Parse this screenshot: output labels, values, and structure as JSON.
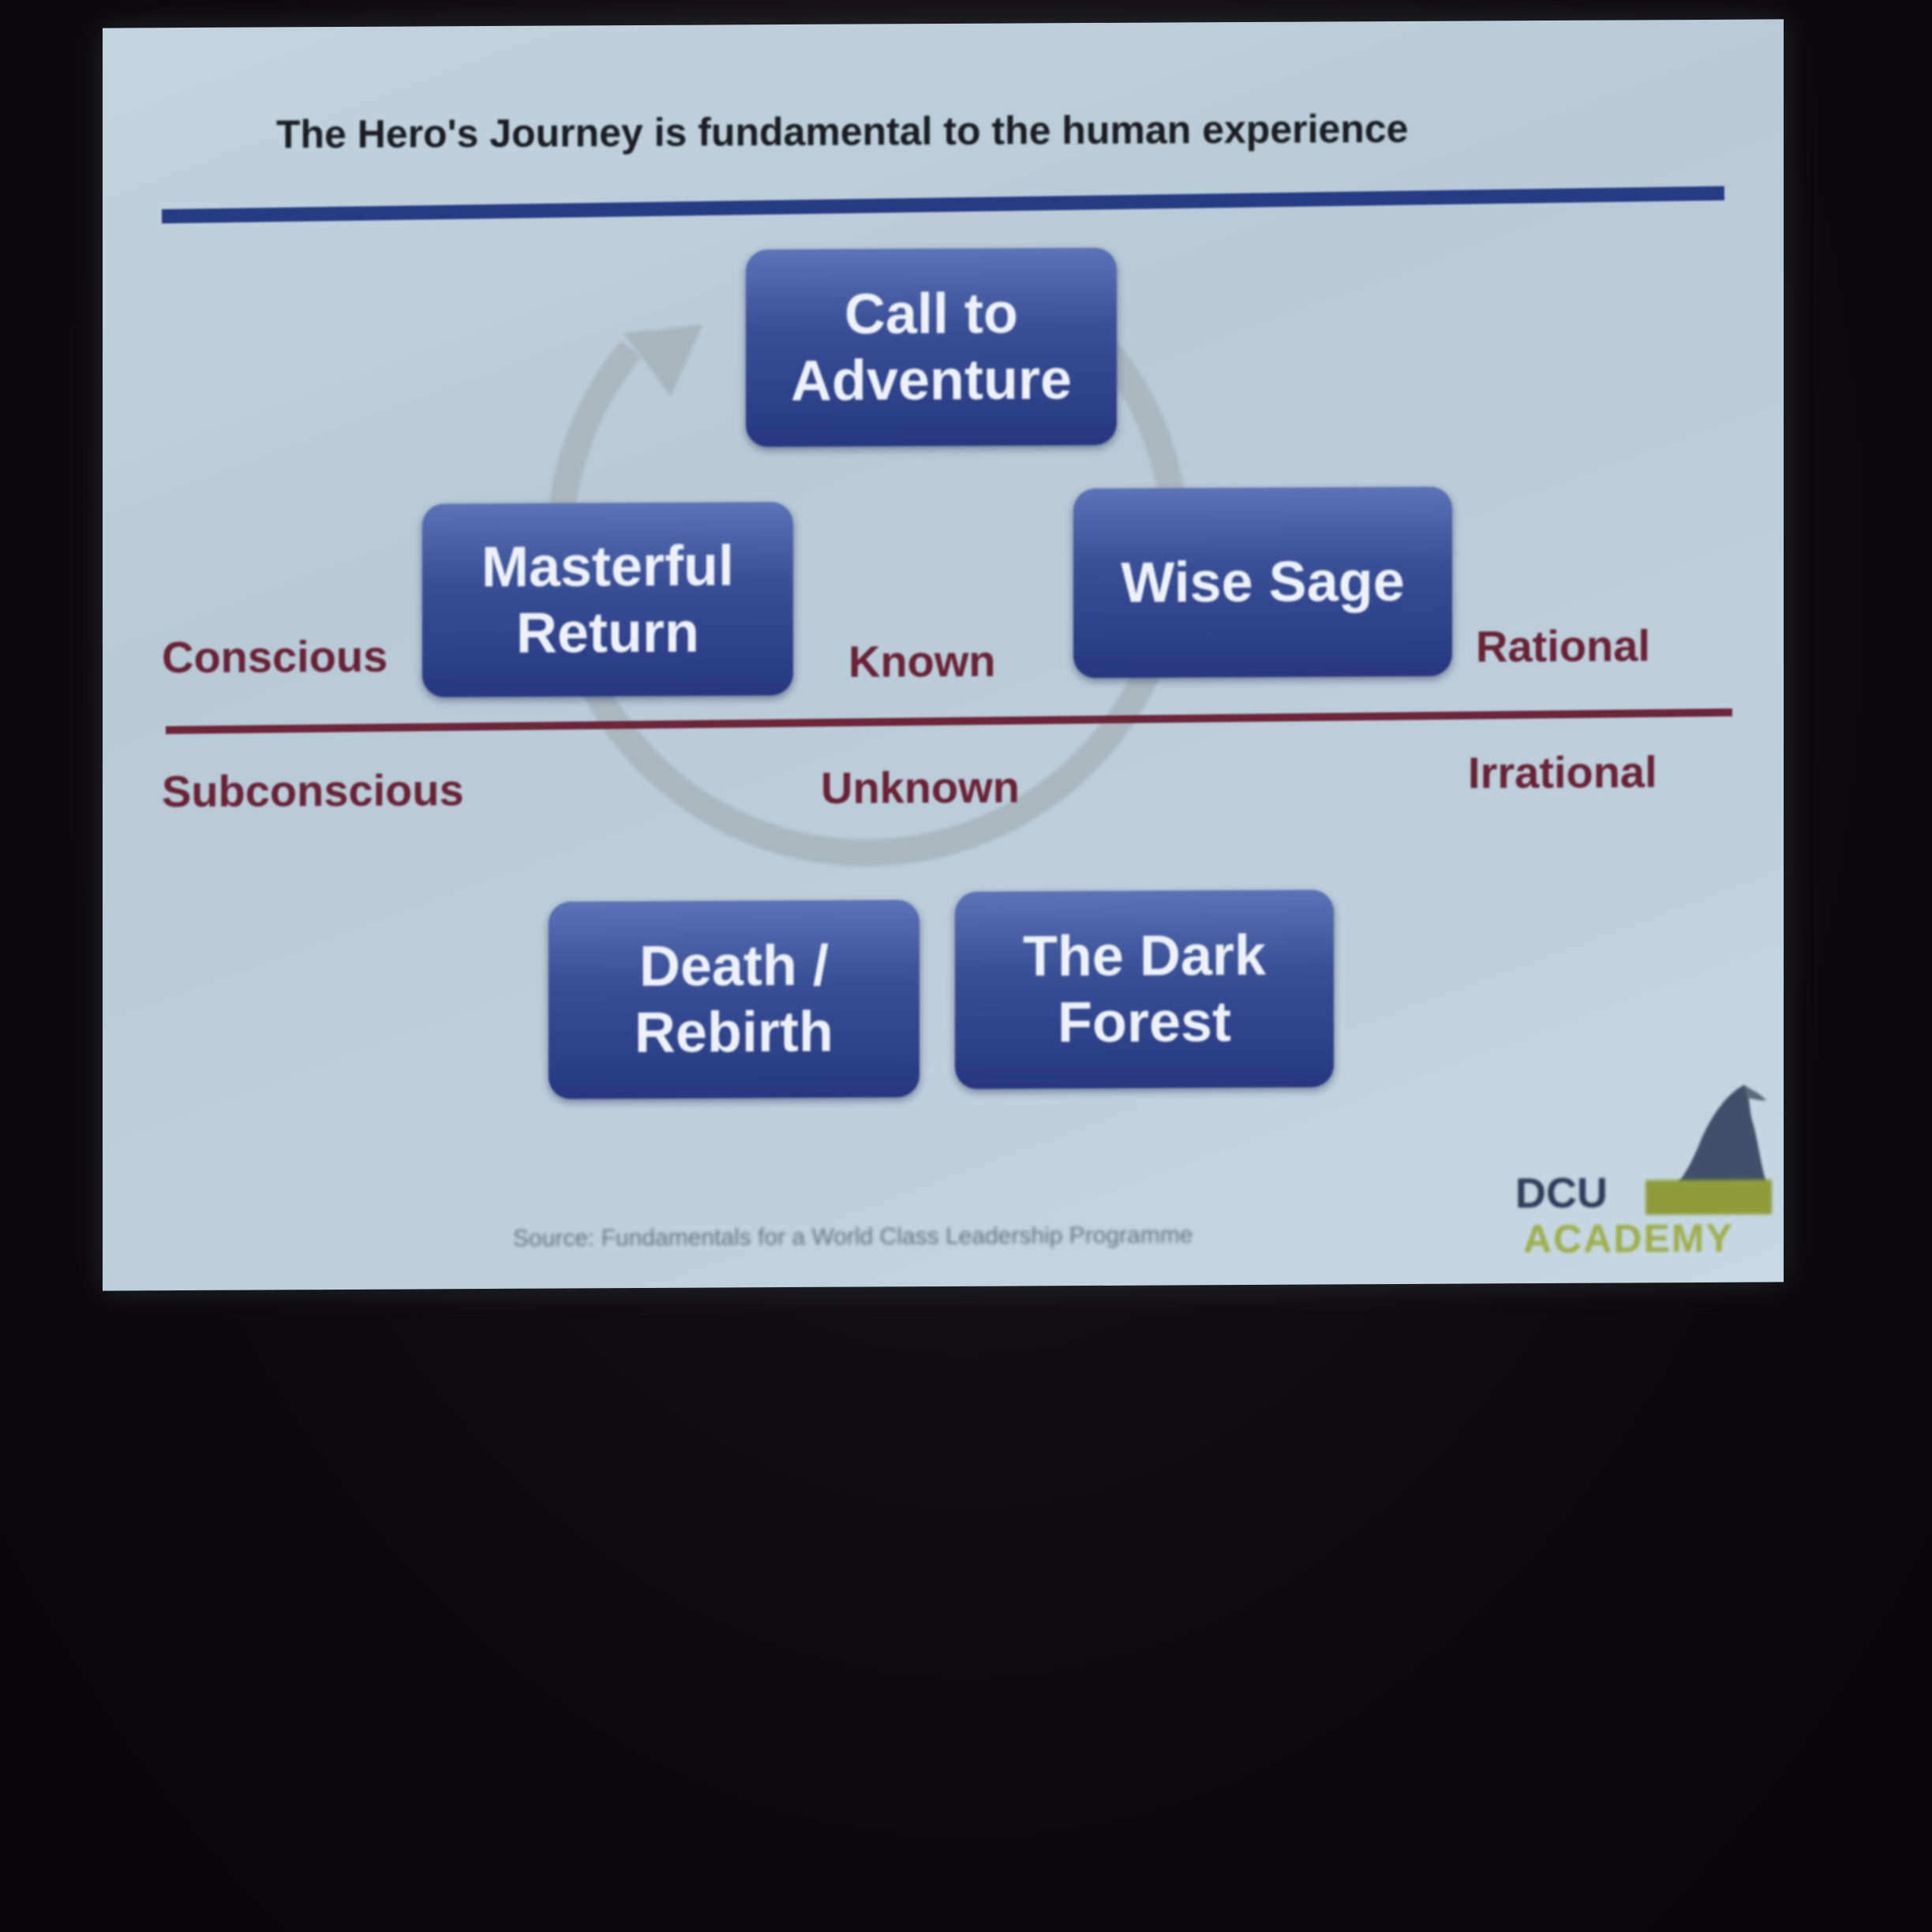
{
  "slide": {
    "title": "The Hero's Journey is fundamental to the human experience",
    "source": "Source: Fundamentals for a World Class Leadership Programme"
  },
  "stages": [
    {
      "id": "call",
      "label": "Call to Adventure"
    },
    {
      "id": "sage",
      "label": "Wise Sage"
    },
    {
      "id": "forest",
      "label": "The Dark Forest"
    },
    {
      "id": "death",
      "label": "Death / Rebirth"
    },
    {
      "id": "return",
      "label": "Masterful Return"
    }
  ],
  "labels": {
    "conscious": "Conscious",
    "subconscious": "Subconscious",
    "known": "Known",
    "unknown": "Unknown",
    "rational": "Rational",
    "irrational": "Irrational"
  },
  "logo": {
    "line1": "DCU",
    "line2": "ACADEMY"
  },
  "colors": {
    "box": "#34478d",
    "rule_top": "#253b84",
    "rule_mid": "#6e2539",
    "side_label": "#6a2235",
    "cycle_arrow": "#a9b5bd"
  }
}
